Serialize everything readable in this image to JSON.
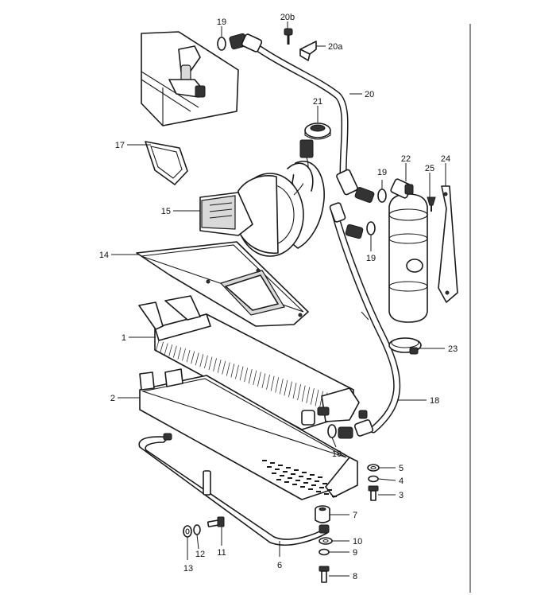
{
  "callouts": [
    {
      "id": "c1",
      "text": "1"
    },
    {
      "id": "c2",
      "text": "2"
    },
    {
      "id": "c3",
      "text": "3"
    },
    {
      "id": "c4",
      "text": "4"
    },
    {
      "id": "c5",
      "text": "5"
    },
    {
      "id": "c6",
      "text": "6"
    },
    {
      "id": "c7",
      "text": "7"
    },
    {
      "id": "c8",
      "text": "8"
    },
    {
      "id": "c9",
      "text": "9"
    },
    {
      "id": "c10",
      "text": "10"
    },
    {
      "id": "c11",
      "text": "11"
    },
    {
      "id": "c12",
      "text": "12"
    },
    {
      "id": "c13",
      "text": "13"
    },
    {
      "id": "c14",
      "text": "14"
    },
    {
      "id": "c15",
      "text": "15"
    },
    {
      "id": "c17",
      "text": "17"
    },
    {
      "id": "c18",
      "text": "18"
    },
    {
      "id": "c19a",
      "text": "19"
    },
    {
      "id": "c19b",
      "text": "19"
    },
    {
      "id": "c19c",
      "text": "19"
    },
    {
      "id": "c19d",
      "text": "19"
    },
    {
      "id": "c20",
      "text": "20"
    },
    {
      "id": "c20a",
      "text": "20a"
    },
    {
      "id": "c20b",
      "text": "20b"
    },
    {
      "id": "c21",
      "text": "21"
    },
    {
      "id": "c22",
      "text": "22"
    },
    {
      "id": "c23",
      "text": "23"
    },
    {
      "id": "c24",
      "text": "24"
    },
    {
      "id": "c25",
      "text": "25"
    }
  ],
  "colors": {
    "line": "#1a1a1a",
    "background": "#ffffff",
    "shade": "#d9d9d9"
  }
}
